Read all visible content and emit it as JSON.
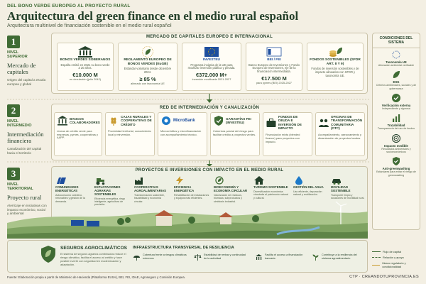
{
  "kicker": "DEL BONO VERDE EUROPEO AL PROYECTO RURAL",
  "title": "Arquitectura del green finance en el medio rural español",
  "subtitle": "Arquitectura multinivel de financiación sostenible en el medio rural español",
  "levels": [
    {
      "num": "1",
      "tag": "NIVEL\nSUPERIOR",
      "title": "Mercado de capitales",
      "desc": "Origen del capital a escala europea y global"
    },
    {
      "num": "2",
      "tag": "NIVEL\nINTERMEDIO",
      "title": "Intermediación financiera",
      "desc": "Canalización del capital hacia el territorio"
    },
    {
      "num": "3",
      "tag": "NIVEL\nTERRITORIAL",
      "title": "Proyecto rural",
      "desc": "Aterrizaje en iniciativas con impacto económico, social y ambiental"
    }
  ],
  "section1": {
    "heading": "MERCADO DE CAPITALES EUROPEO E INTERNACIONAL",
    "cards": [
      {
        "title": "BONOS VERDES SOBERANOS",
        "desc": "España emitió en 2021 su bono verde a 20 años.",
        "value": "€10.000 M",
        "sub": "en circulación (julio 2042)"
      },
      {
        "title": "REGLAMENTO EUROPEO DE BONOS VERDES (EuGB)",
        "desc": "Estándar voluntario desde diciembre 2024.",
        "value": "≥ 85 %",
        "sub": "alineado con taxonomía UE"
      },
      {
        "title": "INVESTEU",
        "desc": "Programa insignia de la UE para movilizar inversión pública y privada.",
        "value": "€372.000 M+",
        "sub": "inversión movilizada 2021-2027"
      },
      {
        "title": "BEI / FEI",
        "desc": "Banco Europeo de Inversiones y Fondo Europeo de Inversiones, eje de la financiación intermediada.",
        "value": "€17.500 M",
        "sub": "para pymes (BEI) 2025-2027"
      },
      {
        "title": "FONDOS SOSTENIBLES (SFDR ART. 8 Y 9)",
        "desc": "Fondos de inversión sostenibles y de impacto alineados con SFDR y taxonomía UE.",
        "value": "",
        "sub": ""
      }
    ]
  },
  "section2": {
    "heading": "RED DE INTERMEDIACIÓN Y CANALIZACIÓN",
    "cards": [
      {
        "title": "BANCOS COLABORADORES",
        "desc": "Líneas de crédito verde para empresas, pymes, cooperativas y AAPP."
      },
      {
        "title": "CAJAS RURALES Y COOPERATIVAS DE CRÉDITO",
        "desc": "Proximidad territorial, conocimiento local y reinversión."
      },
      {
        "title": "MicroBank",
        "desc": "Microcréditos y microfinanciación con acompañamiento técnico."
      },
      {
        "title": "GARANTÍAS FEI (INVESTEU)",
        "desc": "Cobertura parcial del riesgo para facilitar crédito a proyectos verdes."
      },
      {
        "title": "FONDOS DE DEUDA E INVERSIÓN DE IMPACTO",
        "desc": "Financiación mixta (blended finance) para proyectos con impacto."
      },
      {
        "title": "OFICINAS DE TRANSFORMACIÓN COMUNITARIA (OTC)",
        "desc": "Acompañamiento, asesoramiento y dinamización de proyectos locales."
      }
    ]
  },
  "section3": {
    "heading": "PROYECTOS E INVERSIONES CON IMPACTO EN EL MEDIO RURAL",
    "cards": [
      {
        "title": "COMUNIDADES ENERGÉTICAS",
        "desc": "Autoconsumo colectivo, renovables y gestión de la demanda."
      },
      {
        "title": "EXPLOTACIONES AGRARIAS SOSTENIBLES",
        "desc": "Eficiencia energética, riego inteligente, agricultura de precisión."
      },
      {
        "title": "COOPERATIVAS AGROALIMENTARIAS",
        "desc": "Transformación sostenible, trazabilidad y economía circular."
      },
      {
        "title": "EFICIENCIA ENERGÉTICA",
        "desc": "Rehabilitación de instalaciones y equipos más eficientes."
      },
      {
        "title": "BIOECONOMÍA Y ECONOMÍA CIRCULAR",
        "desc": "Valorización de residuos, biomasa, subproductos y simbiosis industrial."
      },
      {
        "title": "TURISMO SOSTENIBLE",
        "desc": "Diversificación económica vinculada al patrimonio natural y cultural."
      },
      {
        "title": "GESTIÓN DEL AGUA",
        "desc": "Uso eficiente, depuración natural y reutilización."
      },
      {
        "title": "MOVILIDAD SOSTENIBLE",
        "desc": "Transporte limpio y soluciones de movilidad rural."
      }
    ]
  },
  "conditions": {
    "heading": "CONDICIONES DEL SISTEMA",
    "items": [
      {
        "label": "Taxonomía UE",
        "desc": "Alineación ambiental verificable"
      },
      {
        "label": "ESG",
        "desc": "Criterios ambientales, sociales y de gobernanza"
      },
      {
        "label": "Verificación externa",
        "desc": "Independiente y rigurosa"
      },
      {
        "label": "Trazabilidad",
        "desc": "Transparencia del uso de fondos"
      },
      {
        "label": "Impacto medible",
        "desc": "Resultados ambientales y socioeconómicos"
      },
      {
        "label": "Anti-greenwashing",
        "desc": "Estándares para evitar el riesgo de greenwashing"
      }
    ]
  },
  "bottom": {
    "seguros_title": "SEGUROS AGROCLIMÁTICOS",
    "seguros_desc": "El sistema de seguros agrarios combinados reduce el riesgo climático, facilita el acceso al crédito y hace posible invertir con seguridad en modernización y adaptación.",
    "infra_title": "INFRAESTRUCTURA TRANSVERSAL DE RESILIENCIA",
    "items": [
      {
        "text": "Cobertura frente a riesgos climáticos extremos"
      },
      {
        "text": "Estabilidad de rentas y continuidad de la actividad"
      },
      {
        "text": "Facilita el acceso a financiación bancaria"
      },
      {
        "text": "Contribuye a la resiliencia del sistema agroalimentario"
      }
    ]
  },
  "legend": {
    "items": [
      {
        "label": "Flujo de capital"
      },
      {
        "label": "Relación y apoyo"
      },
      {
        "label": "Marco regulatorio y condicionalidad"
      }
    ]
  },
  "source": "Fuente: Elaboración propia a partir de Ministerio de Hacienda (Plataforma EUSA), BEI, FEI, IDAE, Agroseguro y Comisión Europea.",
  "credit": "CTP · CREANDOTUPROVINCIA.ES",
  "colors": {
    "accent": "#3f6b34",
    "dark": "#24402a",
    "paper": "#f3efe3",
    "gold": "#c99a2e",
    "blue": "#1d4e9e"
  }
}
